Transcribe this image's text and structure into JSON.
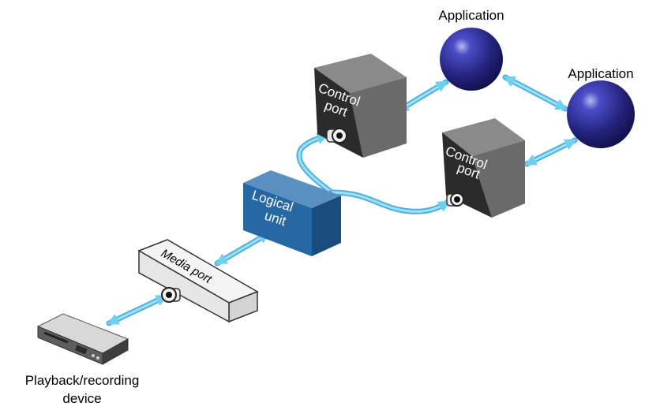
{
  "labels": {
    "application_top": "Application",
    "application_right": "Application",
    "control_port_1_line1": "Control",
    "control_port_1_line2": "port",
    "control_port_2_line1": "Control",
    "control_port_2_line2": "port",
    "logical_unit_line1": "Logical",
    "logical_unit_line2": "unit",
    "media_port": "Media port",
    "device_line1": "Playback/recording",
    "device_line2": "device"
  },
  "colors": {
    "sphere": "#2a2a8c",
    "control_port_box": "#3a3a3a",
    "logical_unit_box": "#1f5f96",
    "connector": "#5ec8ee"
  }
}
